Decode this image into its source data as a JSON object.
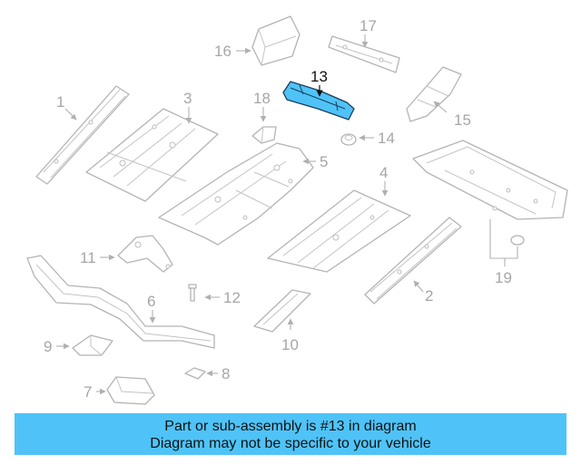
{
  "diagram": {
    "highlighted_part": "13",
    "labels": {
      "p1": "1",
      "p2": "2",
      "p3": "3",
      "p4": "4",
      "p5": "5",
      "p6": "6",
      "p7": "7",
      "p8": "8",
      "p9": "9",
      "p10": "10",
      "p11": "11",
      "p12": "12",
      "p13": "13",
      "p14": "14",
      "p15": "15",
      "p16": "16",
      "p17": "17",
      "p18": "18",
      "p19": "19"
    },
    "colors": {
      "highlight": "#4fc3f7",
      "highlight_outline": "#1b3d5a",
      "line": "#b4b4b4",
      "label": "#a6a6a6"
    }
  },
  "banner": {
    "line1": "Part or sub-assembly is #13 in diagram",
    "line2": "Diagram may not be specific to your vehicle"
  }
}
